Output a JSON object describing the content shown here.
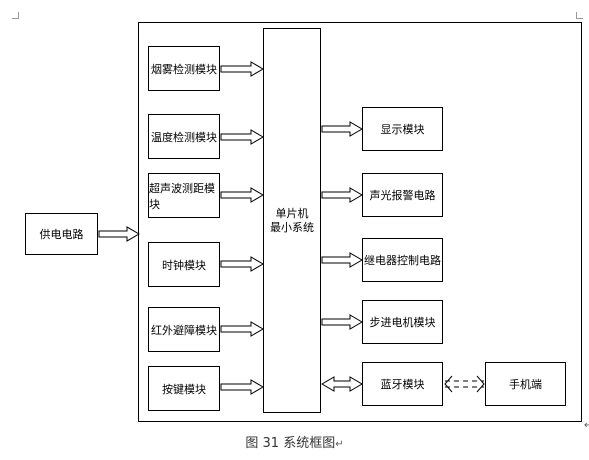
{
  "power": {
    "label": "供电电路"
  },
  "inputs": [
    {
      "id": "smoke",
      "label": "烟雾检测模块"
    },
    {
      "id": "temp",
      "label": "温度检测模块"
    },
    {
      "id": "ultrasonic",
      "label": "超声波测距模块"
    },
    {
      "id": "clock",
      "label": "时钟模块"
    },
    {
      "id": "ir",
      "label": "红外避障模块"
    },
    {
      "id": "keys",
      "label": "按键模块"
    }
  ],
  "mcu": {
    "line1": "单片机",
    "line2": "最小系统"
  },
  "outputs": [
    {
      "id": "display",
      "label": "显示模块"
    },
    {
      "id": "alarm",
      "label": "声光报警电路"
    },
    {
      "id": "relay",
      "label": "继电器控制电路"
    },
    {
      "id": "stepper",
      "label": "步进电机模块"
    },
    {
      "id": "bluetooth",
      "label": "蓝牙模块"
    }
  ],
  "phone": {
    "label": "手机端"
  },
  "caption": {
    "text": "图 31 系统框图"
  },
  "marks": {
    "return_symbol": "↵"
  }
}
